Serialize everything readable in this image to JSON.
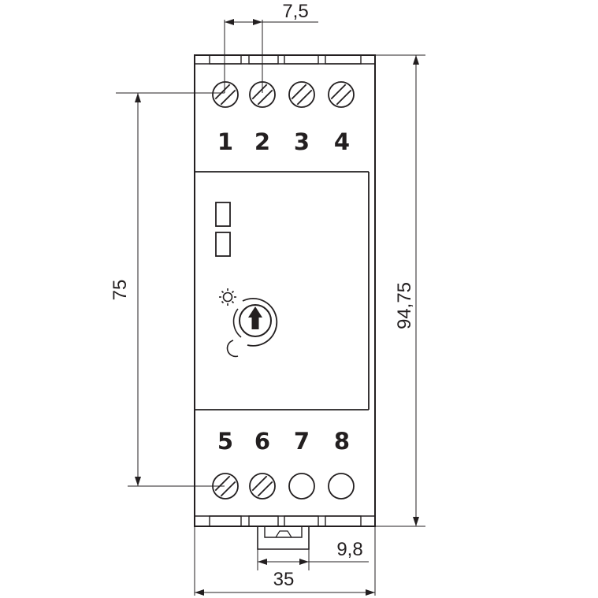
{
  "drawing": {
    "dimensions": {
      "terminal_pitch": "7,5",
      "terminal_span": "75",
      "overall_height": "94,75",
      "rail_offset": "9,8",
      "overall_width": "35"
    },
    "terminals_top": [
      {
        "label": "1",
        "screw": true
      },
      {
        "label": "2",
        "screw": true
      },
      {
        "label": "3",
        "screw": true
      },
      {
        "label": "4",
        "screw": true
      }
    ],
    "terminals_bottom": [
      {
        "label": "5",
        "screw": true
      },
      {
        "label": "6",
        "screw": true
      },
      {
        "label": "7",
        "screw": false
      },
      {
        "label": "8",
        "screw": false
      }
    ],
    "front_panel": {
      "indicators": [
        "led-top",
        "led-bottom"
      ],
      "knob_icon": "day-night-sensitivity-knob",
      "day_icon": "sun-icon",
      "night_icon": "moon-icon",
      "knob_arrow_icon": "up-arrow-icon"
    },
    "line_color": "#231f20",
    "background_color": "#ffffff"
  }
}
